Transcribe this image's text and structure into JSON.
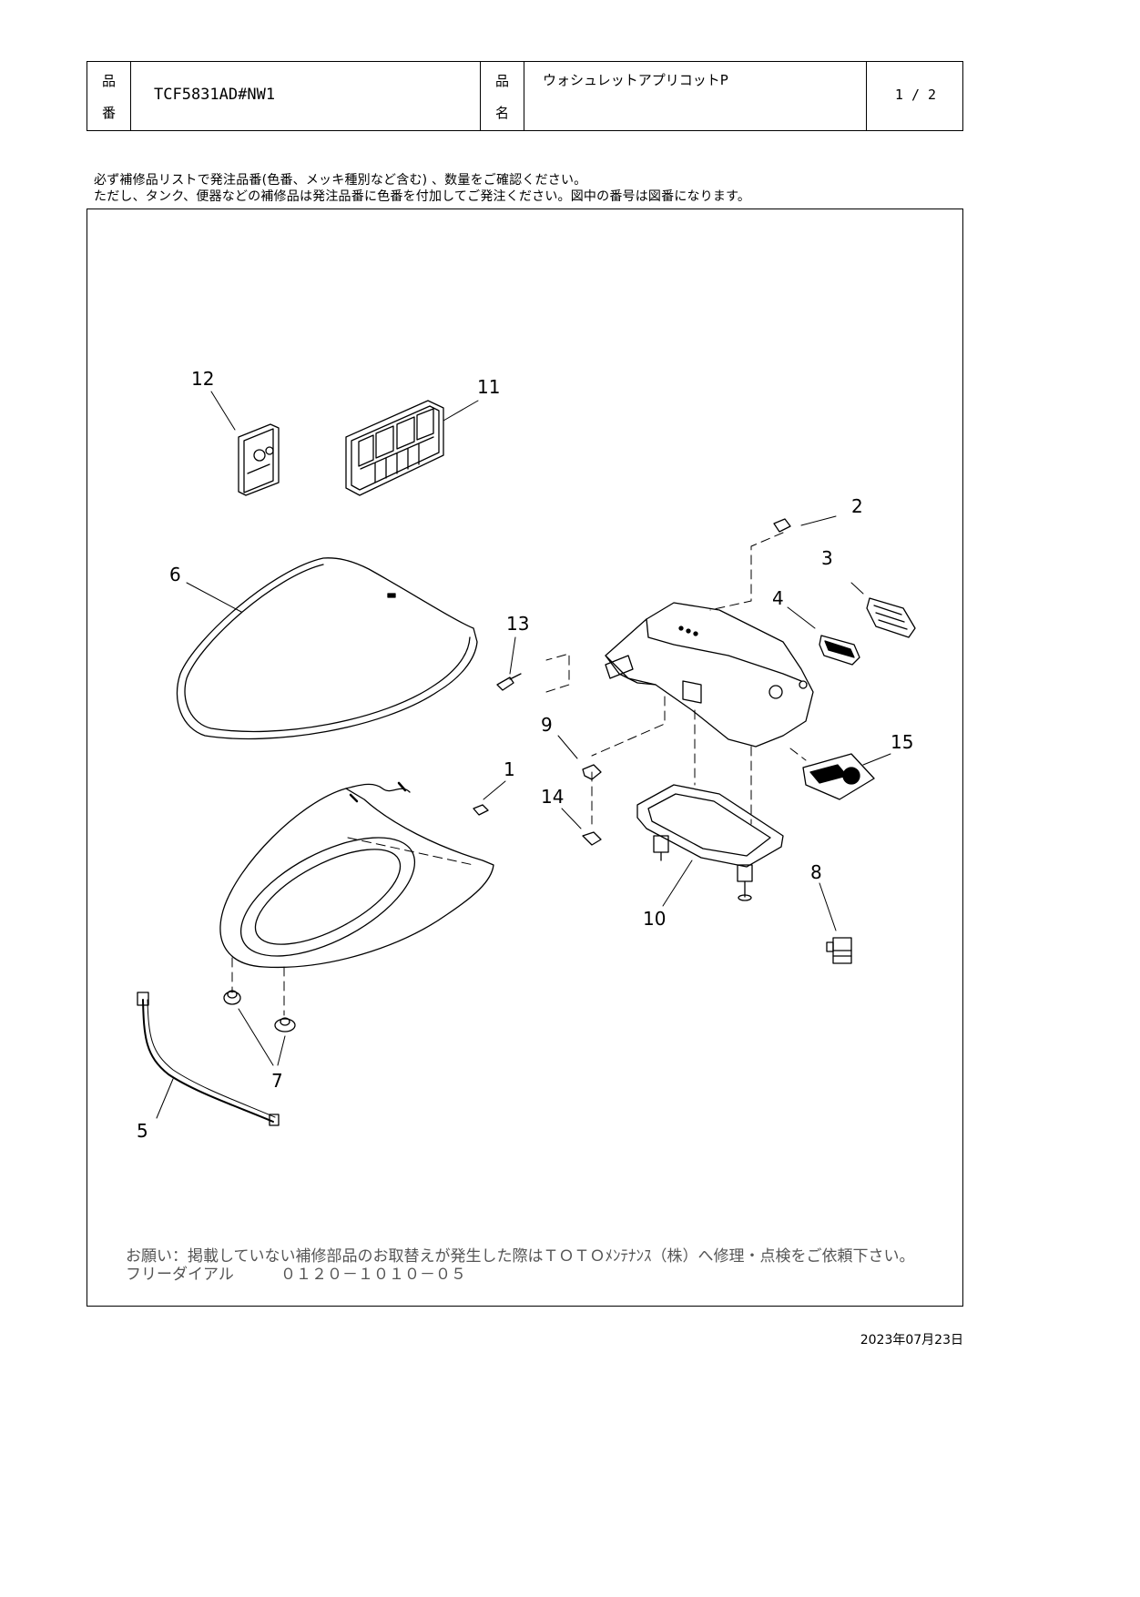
{
  "header": {
    "part_no_label_top": "品",
    "part_no_label_bottom": "番",
    "part_no": "TCF5831AD#NW1",
    "name_label_top": "品",
    "name_label_bottom": "名",
    "name": "ウォシュレットアプリコットP",
    "page": "1 / 2"
  },
  "notice": {
    "line1": "必ず補修品リストで発注品番(色番、メッキ種別など含む) 、数量をご確認ください。",
    "line2": "ただし、タンク、便器などの補修品は発注品番に色番を付加してご発注ください。図中の番号は図番になります。"
  },
  "callouts": [
    "1",
    "2",
    "3",
    "4",
    "5",
    "6",
    "7",
    "8",
    "9",
    "10",
    "11",
    "12",
    "13",
    "14",
    "15"
  ],
  "footer": {
    "request": "お願い：掲載していない補修部品のお取替えが発生した際はＴＯＴＯﾒﾝﾃﾅﾝｽ（株）へ修理・点検をご依頼下さい。",
    "freedial_label": "フリーダイアル",
    "freedial_number": "０１２０－１０１０－０５"
  },
  "date": "2023年07月23日"
}
